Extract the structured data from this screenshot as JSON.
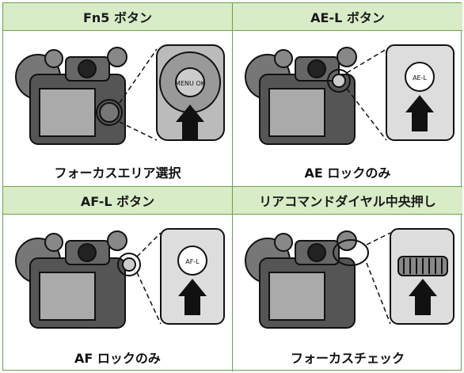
{
  "cells": [
    {
      "title": "Fn5 ボタン",
      "caption": "フォーカスエリア選択",
      "button_text": "MENU OK"
    },
    {
      "title": "AE-L ボタン",
      "caption": "AE ロックのみ",
      "button_text": "AE-L"
    },
    {
      "title": "AF-L ボタン",
      "caption": "AF ロックのみ",
      "button_text": "AF-L"
    },
    {
      "title": "リアコマンドダイヤル中央押し",
      "caption": "フォーカスチェック",
      "button_text": ""
    }
  ],
  "colors": {
    "border": "#6aa24a",
    "header_bg": "#d8ecc8"
  }
}
